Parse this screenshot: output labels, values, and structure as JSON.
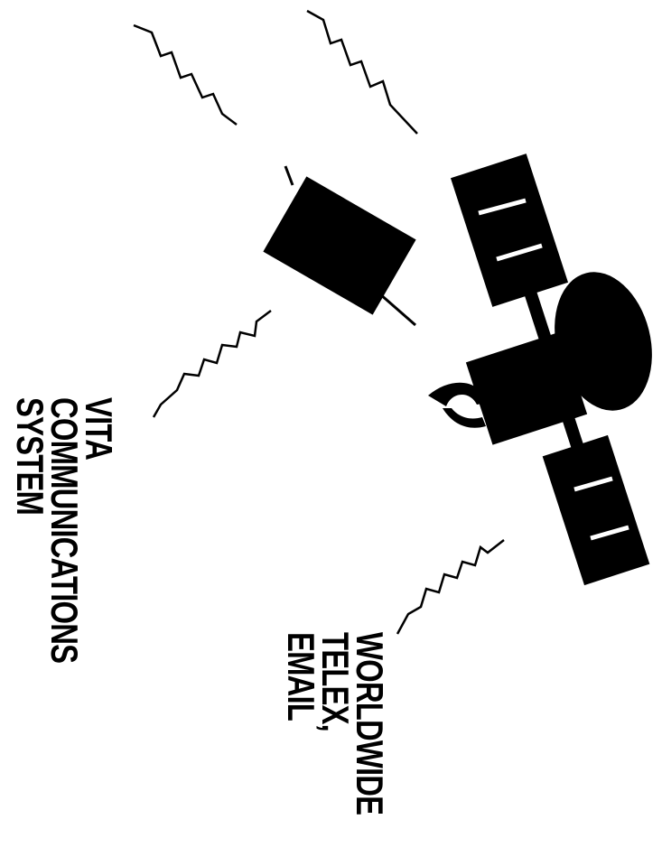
{
  "labels": {
    "vita_line1": "VITA",
    "vita_line2": "COMMUNICATIONS",
    "vita_line3": "SYSTEM",
    "world_line1": "WORLDWIDE",
    "world_line2": "TELEX,",
    "world_line3": "EMAIL"
  },
  "colors": {
    "ink": "#000000",
    "background": "#ffffff"
  },
  "icons": [
    "satellite-icon",
    "ground-terminal-icon",
    "radio-wave-icon"
  ]
}
